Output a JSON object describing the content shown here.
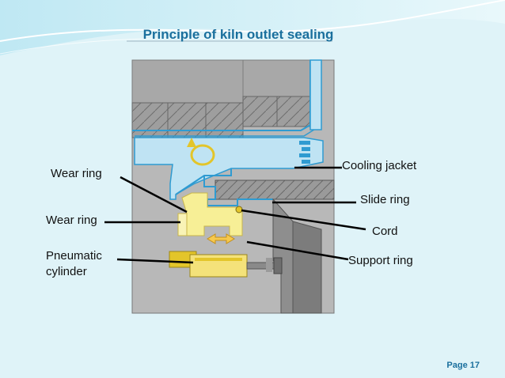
{
  "title": "Principle of kiln outlet sealing",
  "labels": {
    "wear_ring_top": "Wear ring",
    "wear_ring_bottom": "Wear ring",
    "pneumatic_cylinder_line1": "Pneumatic",
    "pneumatic_cylinder_line2": "cylinder",
    "cooling_jacket": "Cooling jacket",
    "slide_ring": "Slide ring",
    "cord": "Cord",
    "support_ring": "Support ring"
  },
  "page": {
    "label": "Page 17"
  },
  "colors": {
    "background": "#dff3f8",
    "title": "#1a6f9d",
    "panel_gray": "#b5b5b5",
    "light_blue": "#bfe3f3",
    "blue_line": "#2f9bd1",
    "yellow": "#f7ef96",
    "gold": "#e3c52a"
  }
}
